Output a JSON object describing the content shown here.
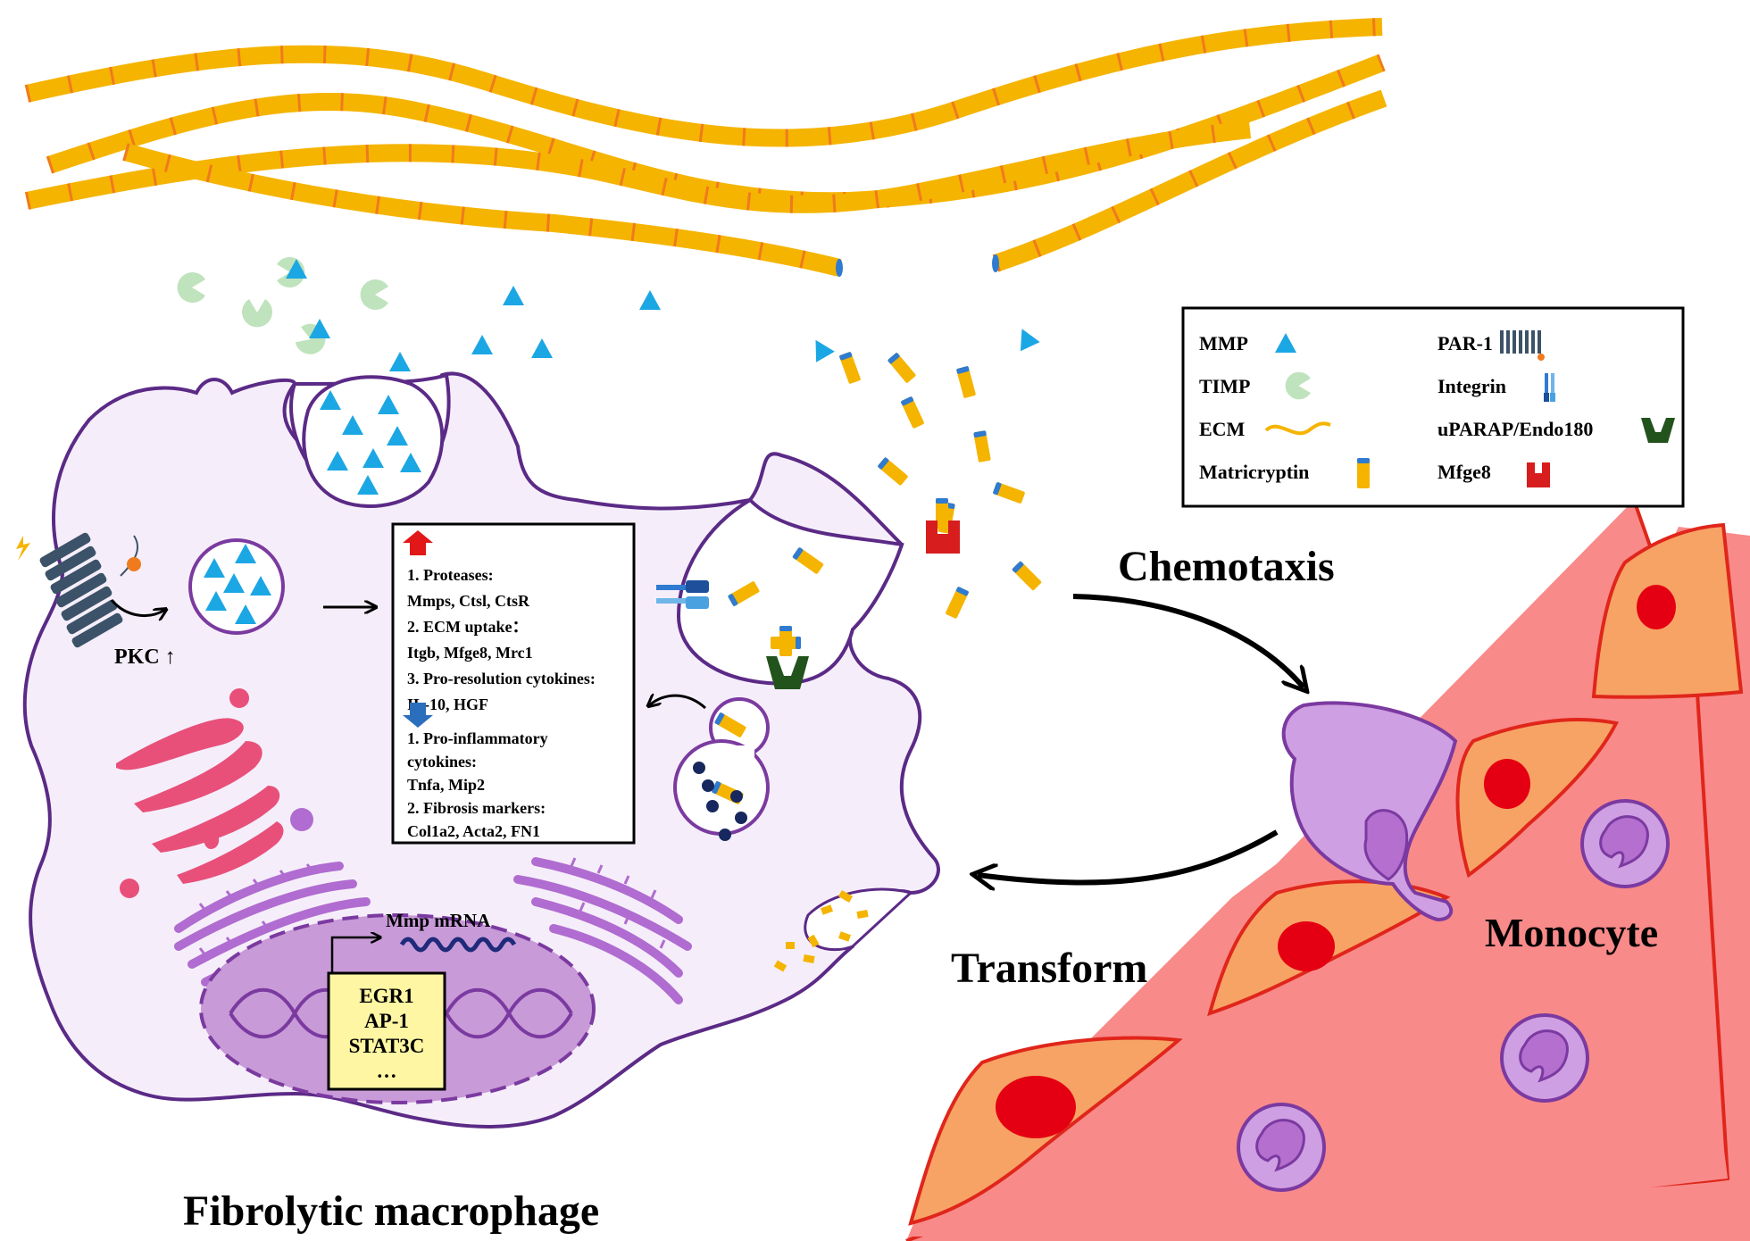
{
  "colors": {
    "fiber": "#f5b400",
    "fiber_stripe": "#f07a1e",
    "fiber_end": "#2f7bd0",
    "mmp": "#1ba7e4",
    "timp": "#bfe3bc",
    "macrophage_fill": "#f5eefa",
    "macrophage_stroke": "#5b2a86",
    "nucleus_fill": "#c89ad8",
    "golgi": "#e8507a",
    "er": "#b06cd0",
    "vessel": "#f98a8a",
    "endothelial_fill": "#f8a366",
    "endothelial_stroke": "#e0261b",
    "endo_nucleus": "#e40012",
    "monocyte_fill": "#cf9fe3",
    "mfge8": "#d71d1d",
    "uparap": "#22531d",
    "up_arrow": "#e21717",
    "down_arrow": "#2a6ebc",
    "text_box_fill": "#fff6a3"
  },
  "icons": [
    "mmp-triangle-icon",
    "timp-pacman-icon",
    "ecm-fiber-icon",
    "matricryptin-icon",
    "par1-receptor-icon",
    "integrin-icon",
    "uparap-endo180-icon",
    "mfge8-icon"
  ],
  "legend": {
    "items": [
      {
        "label": "MMP",
        "icon": "mmp-triangle-icon"
      },
      {
        "label": "TIMP",
        "icon": "timp-pacman-icon"
      },
      {
        "label": "ECM",
        "icon": "ecm-fiber-icon"
      },
      {
        "label": "Matricryptin",
        "icon": "matricryptin-icon"
      },
      {
        "label": "PAR-1",
        "icon": "par1-receptor-icon"
      },
      {
        "label": "Integrin",
        "icon": "integrin-icon"
      },
      {
        "label": "uPARAP/Endo180",
        "icon": "uparap-endo180-icon"
      },
      {
        "label": "Mfge8",
        "icon": "mfge8-icon"
      }
    ]
  },
  "labels": {
    "pkc": "PKC ↑",
    "chemotaxis": "Chemotaxis",
    "transform": "Transform",
    "monocyte": "Monocyte",
    "title": "Fibrolytic macrophage",
    "mmp_mrna": "Mmp mRNA"
  },
  "gene_box": {
    "items": [
      "EGR1",
      "AP-1",
      "STAT3C",
      "…"
    ]
  },
  "regulation_box": {
    "up_lines": [
      "1. Proteases:",
      "Mmps, Ctsl, CtsR",
      "2. ECM uptake：",
      "Itgb, Mfge8, Mrc1",
      "3. Pro-resolution cytokines:",
      "IL-10, HGF"
    ],
    "down_lines": [
      "1. Pro-inflammatory",
      "cytokines:",
      "Tnfa, Mip2",
      "2. Fibrosis markers:",
      "Col1a2, Acta2, FN1"
    ]
  }
}
